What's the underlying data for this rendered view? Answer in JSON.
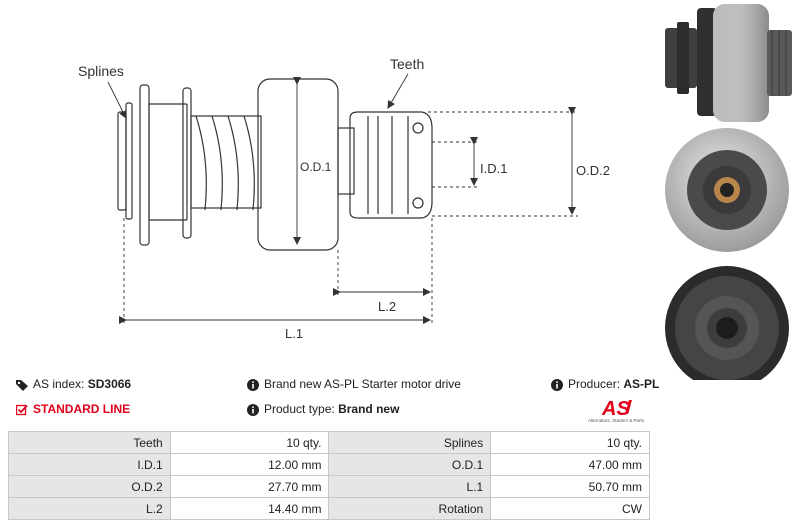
{
  "drawing_labels": {
    "splines": "Splines",
    "teeth": "Teeth",
    "od1": "O.D.1",
    "id1": "I.D.1",
    "od2": "O.D.2",
    "l2": "L.2",
    "l1": "L.1"
  },
  "info": {
    "as_index_label": "AS index:",
    "as_index_value": "SD3066",
    "standard_line": "STANDARD LINE",
    "description": "Brand new AS-PL Starter motor drive",
    "product_type_label": "Product type:",
    "product_type_value": "Brand new",
    "producer_label": "Producer:",
    "producer_value": "AS-PL"
  },
  "logo": {
    "text": "AS",
    "subtitle": "Alternators, Starters & Parts"
  },
  "specs": [
    {
      "label": "Teeth",
      "value": "10 qty.",
      "label2": "Splines",
      "value2": "10 qty."
    },
    {
      "label": "I.D.1",
      "value": "12.00 mm",
      "label2": "O.D.1",
      "value2": "47.00 mm"
    },
    {
      "label": "O.D.2",
      "value": "27.70 mm",
      "label2": "L.1",
      "value2": "50.70 mm"
    },
    {
      "label": "L.2",
      "value": "14.40 mm",
      "label2": "Rotation",
      "value2": "CW"
    }
  ],
  "colors": {
    "accent_red": "#e2001a",
    "table_label_bg": "#e6e6e6",
    "line": "#333333"
  },
  "icons": [
    "tag-icon",
    "info-icon",
    "checkbox-check-icon"
  ]
}
